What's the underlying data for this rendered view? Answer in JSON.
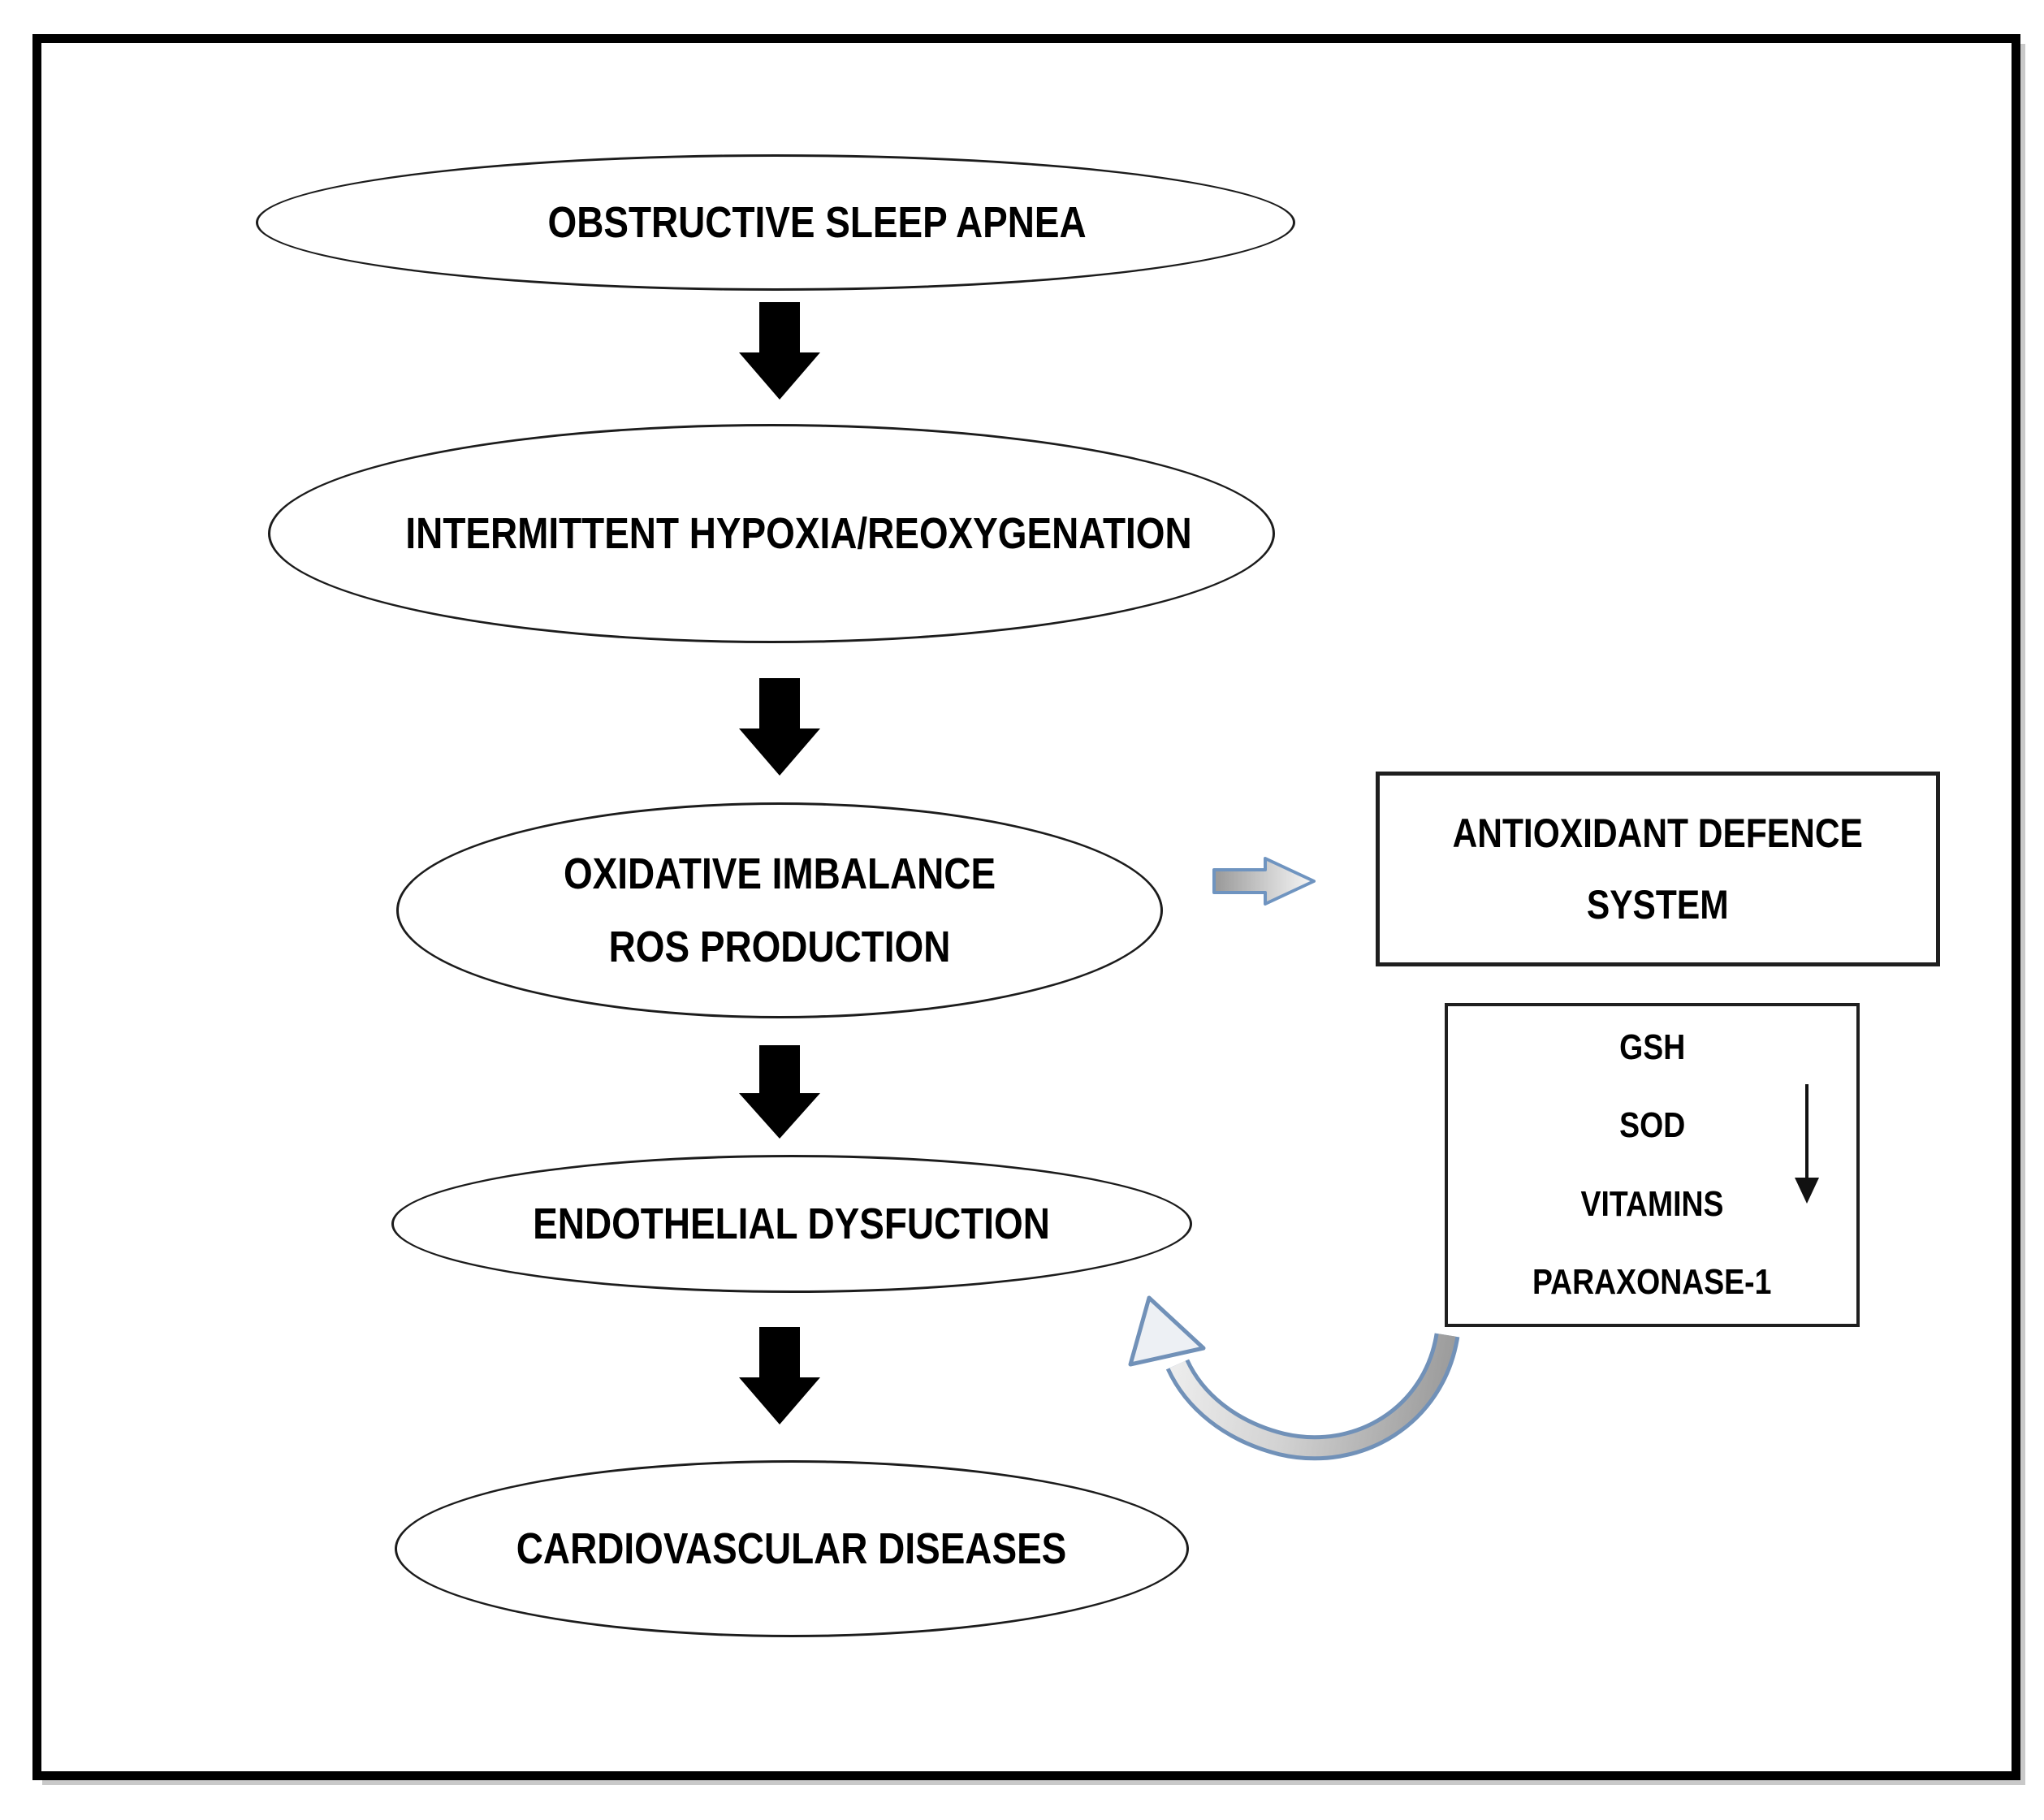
{
  "diagram": {
    "nodes": {
      "osa": {
        "label": "OBSTRUCTIVE SLEEP APNEA",
        "shape": "ellipse"
      },
      "ihr": {
        "label": "INTERMITTENT HYPOXIA/REOXYGENATION",
        "shape": "ellipse"
      },
      "oxidative": {
        "line1": "OXIDATIVE IMBALANCE",
        "line2": "ROS PRODUCTION",
        "shape": "ellipse"
      },
      "endothelial": {
        "label": "ENDOTHELIAL DYSFUCTION",
        "shape": "ellipse"
      },
      "cardio": {
        "label": "CARDIOVASCULAR DISEASES",
        "shape": "ellipse"
      },
      "defence": {
        "line1": "ANTIOXIDANT DEFENCE",
        "line2": "SYSTEM",
        "shape": "rectangle"
      },
      "antioxidants": {
        "shape": "rectangle",
        "items": [
          "GSH",
          "SOD",
          "VITAMINS",
          "PARAXONASE-1"
        ]
      }
    },
    "arrows": {
      "flow_arrows": "solid black block arrows pointing down between stages",
      "to_defence_arrow": "gray block arrow with blue outline pointing right",
      "decrease_arrow": "thin black arrow pointing down inside antioxidant list box",
      "feedback_arrow": "curved gray arrow with blue outline pointing up-left toward endothelial dysfuction"
    },
    "colors": {
      "background": "#ffffff",
      "shape_fill": "#ffffff",
      "shape_stroke": "#1c1c1c",
      "black_arrow": "#000000",
      "block_arrow_outline": "#6f94c0",
      "block_arrow_fill_start": "#989898",
      "block_arrow_fill_end": "#f5f5f5"
    }
  }
}
